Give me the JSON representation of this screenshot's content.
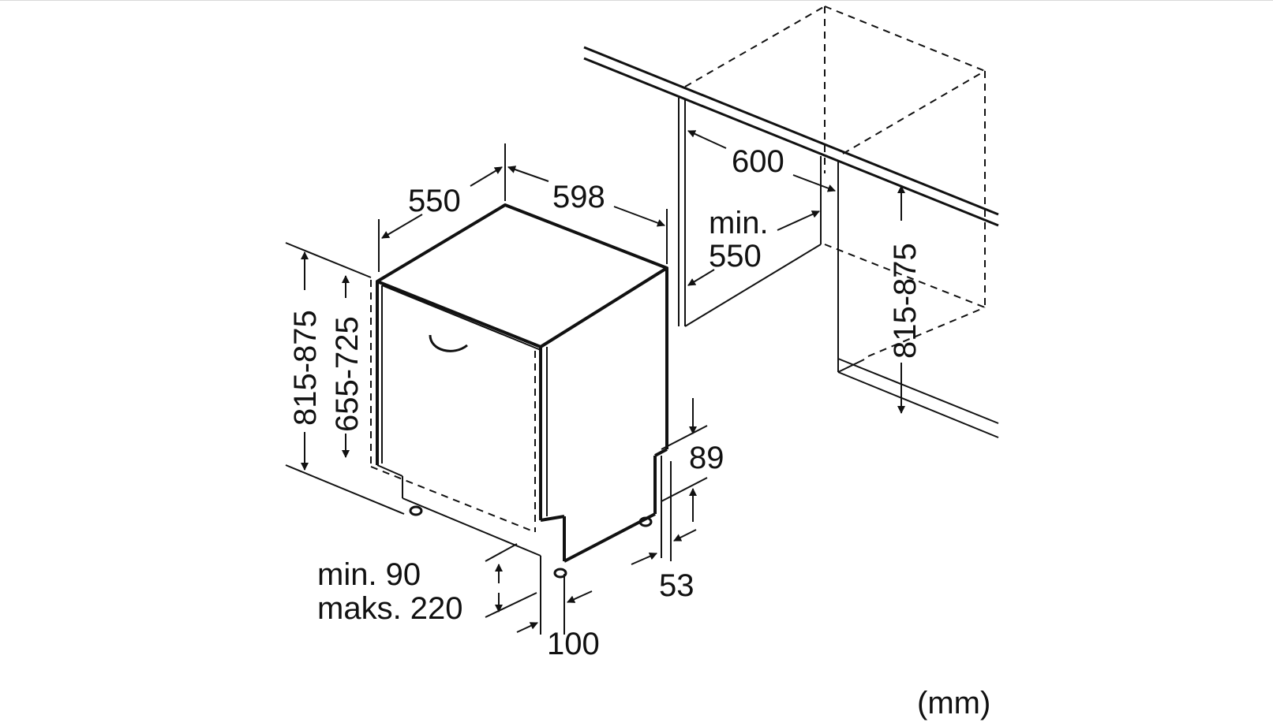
{
  "diagram": {
    "labels": {
      "depth": "550",
      "width": "598",
      "niche_width": "600",
      "niche_depth_line1": "min.",
      "niche_depth_line2": "550",
      "niche_height": "815-875",
      "appliance_height": "815-875",
      "door_height": "655-725",
      "plinth_top": "89",
      "plinth_side": "53",
      "plinth_height_line1": "min. 90",
      "plinth_height_line2": "maks. 220",
      "plinth_depth": "100",
      "unit": "(mm)"
    },
    "colors": {
      "line": "#111111",
      "background": "#ffffff"
    }
  }
}
